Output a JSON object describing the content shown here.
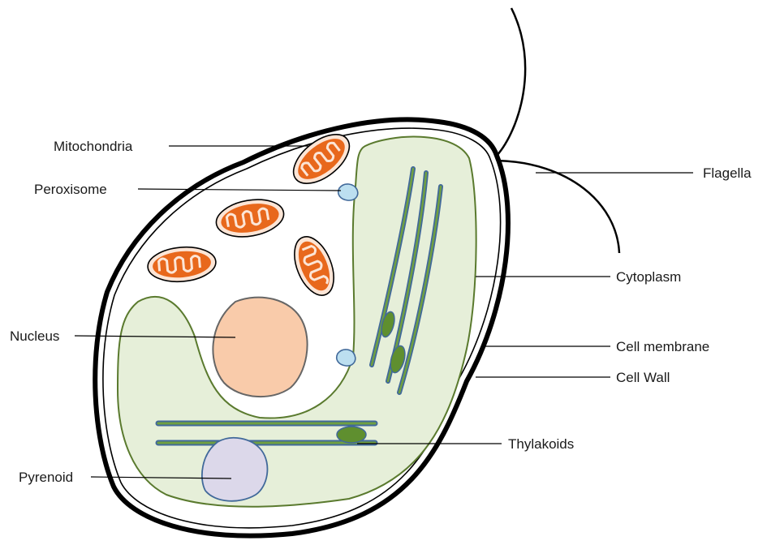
{
  "labels": {
    "mitochondria": "Mitochondria",
    "peroxisome": "Peroxisome",
    "nucleus": "Nucleus",
    "pyrenoid": "Pyrenoid",
    "flagella": "Flagella",
    "cytoplasm": "Cytoplasm",
    "cell_membrane": "Cell membrane",
    "cell_wall": "Cell Wall",
    "thylakoids": "Thylakoids"
  },
  "colors": {
    "cell_wall": "#000000",
    "chloroplast_fill": "#e6efd9",
    "chloroplast_stroke": "#5a7a2e",
    "mitochondria_fill": "#e8681c",
    "mitochondria_outer": "#fce5d6",
    "nucleus_fill": "#f9cbaa",
    "pyrenoid_fill": "#dcd8ea",
    "peroxisome_fill": "#bcdff0",
    "thylakoid_stroke": "#41699a",
    "thylakoid_fill": "#70a040",
    "starch_fill": "#5f8f2f"
  }
}
